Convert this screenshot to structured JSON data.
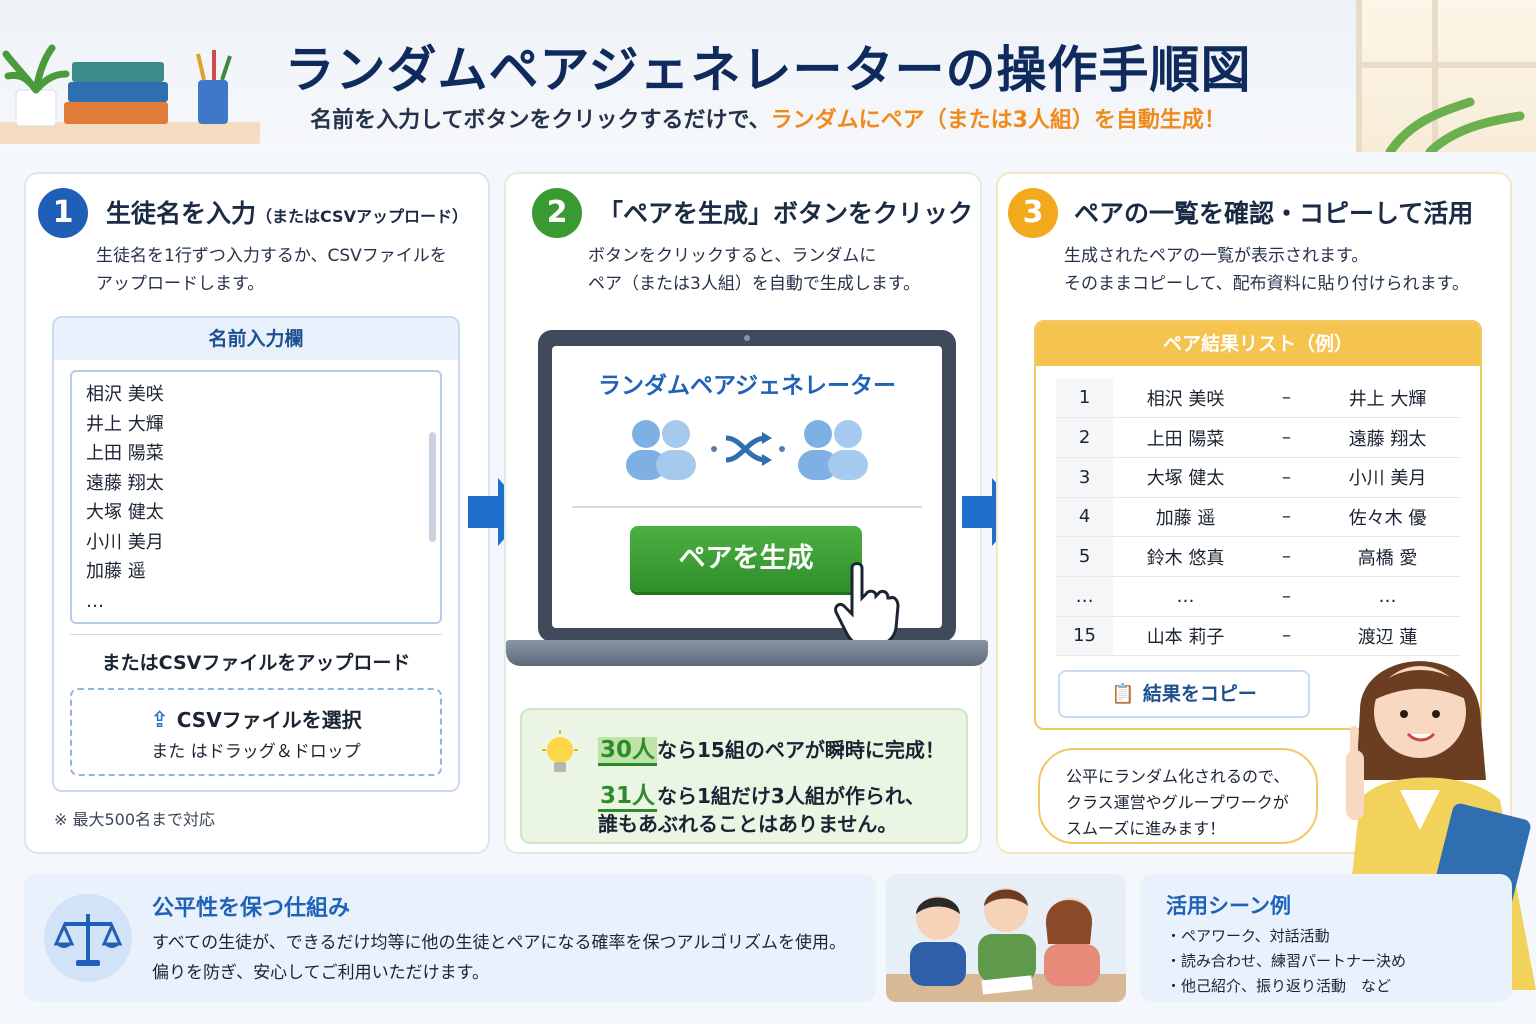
{
  "header": {
    "title": "ランダムペアジェネレーターの操作手順図",
    "subtitle_plain": "名前を入力してボタンをクリックするだけで、",
    "subtitle_highlight": "ランダムにペア（または3人組）を自動生成！"
  },
  "step1": {
    "number": "1",
    "title": "生徒名を入力",
    "title_small": "（またはCSVアップロード）",
    "desc_line1": "生徒名を1行ずつ入力するか、CSVファイルを",
    "desc_line2": "アップロードします。",
    "box_title": "名前入力欄",
    "names": [
      "相沢 美咲",
      "井上 大輝",
      "上田 陽菜",
      "遠藤 翔太",
      "大塚 健太",
      "小川 美月",
      "加藤 遥",
      "…"
    ],
    "csv_label": "またはCSVファイルをアップロード",
    "csv_select": "CSVファイルを選択",
    "csv_drag": "また はドラッグ＆ドロップ",
    "limit_note": "※ 最大500名まで対応"
  },
  "step2": {
    "number": "2",
    "title": "「ペアを生成」ボタンをクリック",
    "desc_line1": "ボタンをクリックすると、ランダムに",
    "desc_line2": "ペア（または3人組）を自動で生成します。",
    "app_title": "ランダムペアジェネレーター",
    "button_label": "ペアを生成",
    "tip1_num": "30人",
    "tip1_text": "なら15組のペアが瞬時に完成！",
    "tip2_num": "31人",
    "tip2_text": "なら1組だけ3人組が作られ、",
    "tip3_text": "誰もあぶれることはありません。"
  },
  "step3": {
    "number": "3",
    "title": "ペアの一覧を確認・コピーして活用",
    "desc_line1": "生成されたペアの一覧が表示されます。",
    "desc_line2": "そのままコピーして、配布資料に貼り付けられます。",
    "box_title": "ペア結果リスト（例）",
    "rows": [
      {
        "idx": "1",
        "a": "相沢 美咲",
        "sep": "–",
        "b": "井上 大輝"
      },
      {
        "idx": "2",
        "a": "上田 陽菜",
        "sep": "–",
        "b": "遠藤 翔太"
      },
      {
        "idx": "3",
        "a": "大塚 健太",
        "sep": "–",
        "b": "小川 美月"
      },
      {
        "idx": "4",
        "a": "加藤 遥",
        "sep": "–",
        "b": "佐々木 優"
      },
      {
        "idx": "5",
        "a": "鈴木 悠真",
        "sep": "–",
        "b": "高橋 愛"
      },
      {
        "idx": "…",
        "a": "…",
        "sep": "–",
        "b": "…"
      },
      {
        "idx": "15",
        "a": "山本 莉子",
        "sep": "–",
        "b": "渡辺 蓮"
      }
    ],
    "copy_label": "結果をコピー",
    "bubble_line1": "公平にランダム化されるので、",
    "bubble_line2": "クラス運営やグループワークが",
    "bubble_line3": "スムーズに進みます！"
  },
  "fairness": {
    "title": "公平性を保つ仕組み",
    "line1": "すべての生徒が、できるだけ均等に他の生徒とペアになる確率を保つアルゴリズムを使用。",
    "line2": "偏りを防ぎ、安心してご利用いただけます。"
  },
  "scenes": {
    "title": "活用シーン例",
    "items": [
      "・ペアワーク、対話活動",
      "・読み合わせ、練習パートナー決め",
      "・他己紹介、振り返り活動　など"
    ]
  },
  "colors": {
    "step1": "#1f5fb8",
    "step2": "#3a9a32",
    "step3": "#f2a91c",
    "accent": "#f08a1c"
  },
  "icons": [
    "upload-icon",
    "people-icon",
    "shuffle-icon",
    "hand-pointer-icon",
    "lightbulb-icon",
    "clipboard-icon",
    "scale-icon"
  ]
}
